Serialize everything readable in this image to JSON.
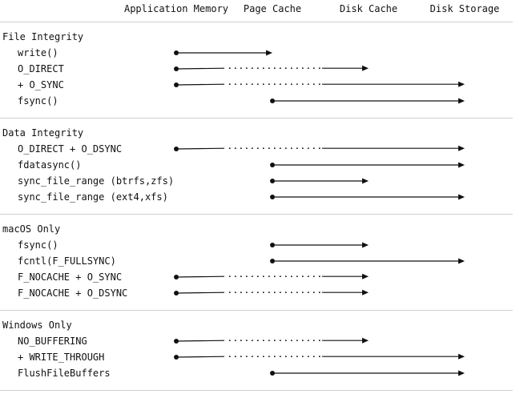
{
  "columns": [
    "Application Memory",
    "Page Cache",
    "Disk Cache",
    "Disk Storage"
  ],
  "sections": [
    {
      "title": "File Integrity",
      "rows": [
        {
          "label": "write()",
          "start": 0,
          "end": 1,
          "dotted": null
        },
        {
          "label": "O_DIRECT",
          "start": 0,
          "end": 2,
          "dotted": [
            1,
            2
          ]
        },
        {
          "label": "+ O_SYNC",
          "start": 0,
          "end": 3,
          "dotted": [
            1,
            2
          ]
        },
        {
          "label": "fsync()",
          "start": 1,
          "end": 3,
          "dotted": null
        }
      ]
    },
    {
      "title": "Data Integrity",
      "rows": [
        {
          "label": "O_DIRECT + O_DSYNC",
          "start": 0,
          "end": 3,
          "dotted": [
            1,
            2
          ]
        },
        {
          "label": "fdatasync()",
          "start": 1,
          "end": 3,
          "dotted": null
        },
        {
          "label": "sync_file_range (btrfs,zfs)",
          "start": 1,
          "end": 2,
          "dotted": null
        },
        {
          "label": "sync_file_range (ext4,xfs)",
          "start": 1,
          "end": 3,
          "dotted": null
        }
      ]
    },
    {
      "title": "macOS Only",
      "rows": [
        {
          "label": "fsync()",
          "start": 1,
          "end": 2,
          "dotted": null
        },
        {
          "label": "fcntl(F_FULLSYNC)",
          "start": 1,
          "end": 3,
          "dotted": null
        },
        {
          "label": "F_NOCACHE + O_SYNC",
          "start": 0,
          "end": 2,
          "dotted": [
            1,
            2
          ]
        },
        {
          "label": "F_NOCACHE + O_DSYNC",
          "start": 0,
          "end": 2,
          "dotted": [
            1,
            2
          ]
        }
      ]
    },
    {
      "title": "Windows Only",
      "rows": [
        {
          "label": "NO_BUFFERING",
          "start": 0,
          "end": 2,
          "dotted": [
            1,
            2
          ]
        },
        {
          "label": "+ WRITE_THROUGH",
          "start": 0,
          "end": 3,
          "dotted": [
            1,
            2
          ]
        },
        {
          "label": "FlushFileBuffers",
          "start": 1,
          "end": 3,
          "dotted": null
        }
      ]
    }
  ]
}
